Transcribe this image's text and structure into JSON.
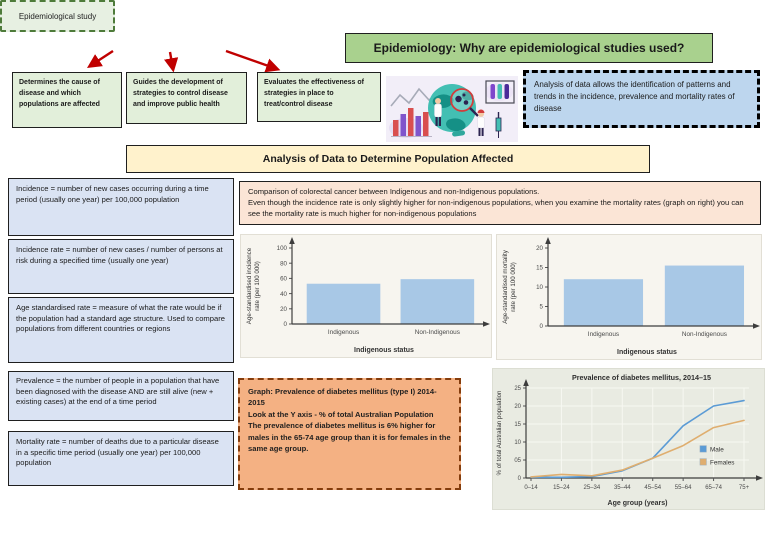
{
  "colors": {
    "green_light": "#e2efda",
    "green_title": "#a9d18e",
    "green_dashed_border": "#4e7b3a",
    "blue_note": "#bdd6ee",
    "blue_definition": "#dae3f3",
    "yellow_banner": "#fff2cc",
    "peach_note": "#fbe5d6",
    "orange_note": "#f4b183",
    "orange_note_border": "#843c0c",
    "arrow_red": "#c00000",
    "bar_fill": "#a8c8e6",
    "male_line": "#5b9bd5",
    "female_line": "#dfae6f"
  },
  "flowchart": {
    "root_label": "Epidemiological study",
    "branches": [
      {
        "label": "Determines the cause of disease and which populations are affected"
      },
      {
        "label": "Guides the development of strategies to control disease and improve public health"
      },
      {
        "label": "Evaluates the effectiveness of strategies in place to treat/control disease"
      }
    ]
  },
  "header": {
    "title": "Epidemiology: Why are epidemiological studies used?",
    "analysis_note": "Analysis of data allows the identification of patterns and trends in the incidence, prevalence and mortality rates of disease"
  },
  "banner": {
    "title": "Analysis of Data to Determine Population Affected"
  },
  "definitions": [
    {
      "text": "Incidence = number of new cases occurring during a time period (usually one year) per 100,000 population"
    },
    {
      "text": "Incidence rate = number of new cases / number of persons at risk during a specified time (usually one year)"
    },
    {
      "text": "Age standardised rate = measure of what the rate would be if the population had a standard age structure.  Used to compare populations from different countries or regions"
    },
    {
      "text": "Prevalence = the number of people in a population that have been diagnosed with the disease AND are still alive (new + existing cases) at the end of a time period"
    },
    {
      "text": "Mortality rate = number of deaths due to a particular disease in a specific time period (usually one year) per 100,000 population"
    }
  ],
  "comparison_note": {
    "line1": "Comparison of colorectal cancer between Indigenous and non-Indigenous populations.",
    "line2": "Even though the incidence rate is only slightly higher for non-indigenous populations, when you examine the mortality rates (graph on right) you can see the mortality rate is much higher for non-indigenous populations"
  },
  "diabetes_note": {
    "line1": "Graph: Prevalence of diabetes mellitus (type I) 2014-2015",
    "line2": "Look at the Y axis - % of total Australian Population",
    "line3": "The prevalence of diabetes mellitus is 6% higher for males in the 65-74 age group than it is for females in the same age group."
  },
  "chart_data": [
    {
      "id": "incidence-bar-chart",
      "type": "bar",
      "title": "",
      "categories": [
        "Indigenous",
        "Non-Indigenous"
      ],
      "values": [
        53,
        59
      ],
      "xlabel": "Indigenous status",
      "ylabel": "Age-standardised incidence rate (per 100 000)",
      "ylabel_lines": [
        "Age-standardised incidence",
        "rate (per 100 000)"
      ],
      "ylim": [
        0,
        100
      ],
      "yticks": [
        0,
        20,
        40,
        60,
        80,
        100
      ],
      "bar_color": "#a8c8e6",
      "grid": false
    },
    {
      "id": "mortality-bar-chart",
      "type": "bar",
      "title": "",
      "categories": [
        "Indigenous",
        "Non-Indigenous"
      ],
      "values": [
        12,
        15.5
      ],
      "xlabel": "Indigenous status",
      "ylabel": "Age-standardised mortality rate (per 100 000)",
      "ylabel_lines": [
        "Age-standardised mortality",
        "rate (per 100 000)"
      ],
      "ylim": [
        0,
        20
      ],
      "yticks": [
        0,
        5,
        10,
        15,
        20
      ],
      "bar_color": "#a8c8e6",
      "grid": false
    },
    {
      "id": "diabetes-line-chart",
      "type": "line",
      "title": "Prevalence of diabetes mellitus, 2014–15",
      "x": [
        "0–14",
        "15–24",
        "25–34",
        "35–44",
        "45–54",
        "55–64",
        "65–74",
        "75+"
      ],
      "series": [
        {
          "name": "Male",
          "color": "#5b9bd5",
          "values": [
            0.2,
            0.2,
            0.4,
            2.0,
            5.5,
            14.5,
            20.0,
            21.5
          ]
        },
        {
          "name": "Females",
          "color": "#dfae6f",
          "values": [
            0.3,
            1.0,
            0.6,
            2.2,
            5.5,
            9.0,
            14.0,
            16.0
          ]
        }
      ],
      "xlabel": "Age group (years)",
      "ylabel": "% of total Australian population",
      "ylim": [
        0,
        25
      ],
      "ytick_labels": [
        "0",
        "05",
        "10",
        "15",
        "20",
        "25"
      ],
      "legend": [
        "Male",
        "Females"
      ],
      "legend_position": "right-center",
      "grid": true
    }
  ]
}
